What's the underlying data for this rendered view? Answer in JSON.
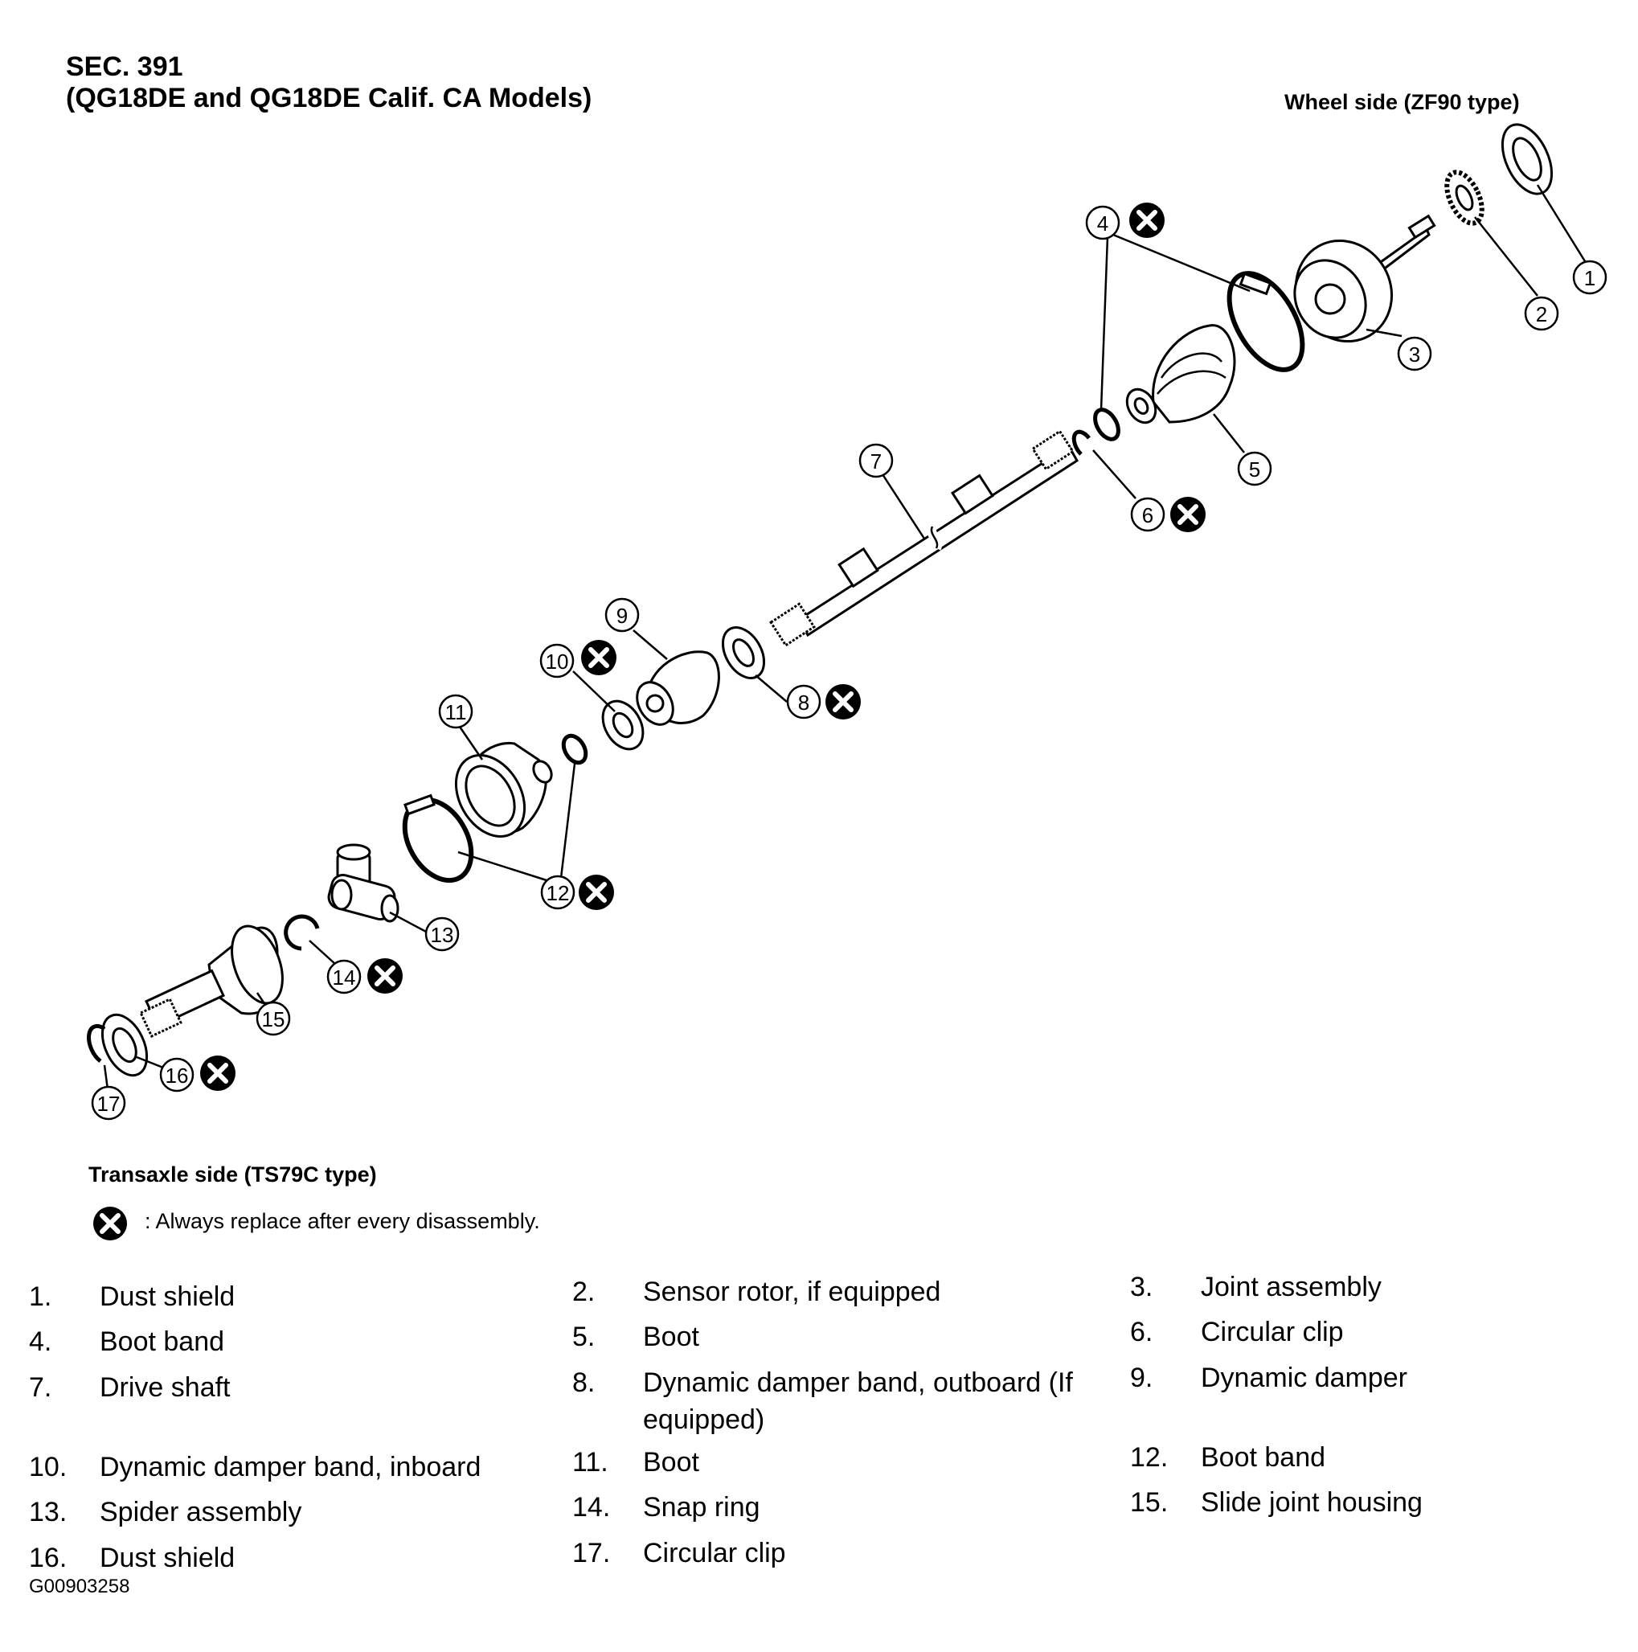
{
  "header": {
    "section": "SEC. 391",
    "models": "(QG18DE and QG18DE Calif. CA Models)"
  },
  "labels": {
    "wheel_side": "Wheel side (ZF90 type)",
    "transaxle_side": "Transaxle side (TS79C type)",
    "legend": ": Always replace after every disassembly.",
    "figure_code": "G00903258"
  },
  "callouts": [
    "1",
    "2",
    "3",
    "4",
    "5",
    "6",
    "7",
    "8",
    "9",
    "10",
    "11",
    "12",
    "13",
    "14",
    "15",
    "16",
    "17"
  ],
  "parts": [
    {
      "num": "1.",
      "name": "Dust shield"
    },
    {
      "num": "2.",
      "name": "Sensor rotor, if equipped"
    },
    {
      "num": "3.",
      "name": "Joint assembly"
    },
    {
      "num": "4.",
      "name": "Boot band"
    },
    {
      "num": "5.",
      "name": "Boot"
    },
    {
      "num": "6.",
      "name": "Circular clip"
    },
    {
      "num": "7.",
      "name": "Drive shaft"
    },
    {
      "num": "8.",
      "name": "Dynamic damper band, outboard (If equipped)"
    },
    {
      "num": "9.",
      "name": "Dynamic damper"
    },
    {
      "num": "10.",
      "name": "Dynamic damper band, inboard"
    },
    {
      "num": "11.",
      "name": "Boot"
    },
    {
      "num": "12.",
      "name": "Boot band"
    },
    {
      "num": "13.",
      "name": "Spider assembly"
    },
    {
      "num": "14.",
      "name": "Snap ring"
    },
    {
      "num": "15.",
      "name": "Slide joint housing"
    },
    {
      "num": "16.",
      "name": "Dust shield"
    },
    {
      "num": "17.",
      "name": " Circular clip"
    }
  ]
}
